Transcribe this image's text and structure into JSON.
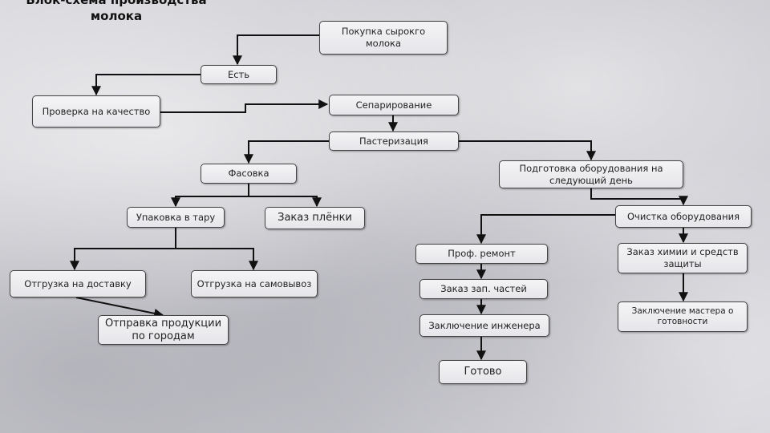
{
  "title": "Блок-схема производства молока",
  "nodes": {
    "pokupka": "Покупка сырокго молока",
    "est": "Есть",
    "proverka": "Проверка на качество",
    "separirovanie": "Сепарирование",
    "pasterizaciya": "Пастеризация",
    "fasovka": "Фасовка",
    "podgotovka": "Подготовка оборудования на следующий день",
    "upakovka": "Упаковка в тару",
    "zakaz_plenki": "Заказ плёнки",
    "ochistka": "Очистка оборудования",
    "prof_remont": "Проф. ремонт",
    "zakaz_himii": "Заказ химии и средств защиты",
    "otgruzka_dostavka": "Отгрузка на доставку",
    "otgruzka_samovyvoz": "Отгрузка на самовывоз",
    "zakaz_zap": "Заказ зап. частей",
    "zaklyuchenie_mastera": "Заключение мастера о готовности",
    "otpravka": "Отправка продукции по городам",
    "zaklyuchenie_inzhenera": "Заключение инженера",
    "gotovo": "Готово"
  }
}
